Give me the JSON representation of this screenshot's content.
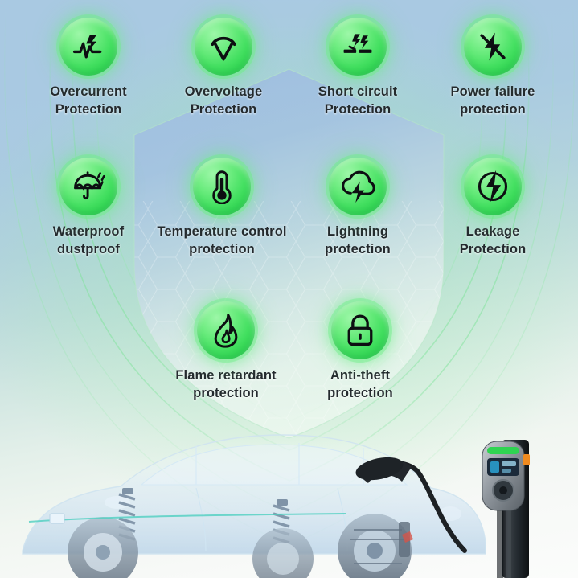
{
  "poster": {
    "theme": "ev-charger-protection-features",
    "background": {
      "top_color": "#a9c9e2",
      "bottom_color": "#fbfcfb",
      "glow_color": "#96ebaa"
    },
    "shield": {
      "name": "protection-shield",
      "fill_top_color": "#9dbce0",
      "fill_bottom_color": "#f2f7f4",
      "pattern": "honeycomb"
    },
    "badge": {
      "gradient_light": "#9df7a8",
      "gradient_dark": "#24c949",
      "glow": "#6eee87"
    }
  },
  "features": [
    {
      "icon": "overcurrent-icon",
      "label": "Overcurrent\nProtection",
      "row": 1,
      "col": 1
    },
    {
      "icon": "overvoltage-icon",
      "label": "Overvoltage\nProtection",
      "row": 1,
      "col": 2
    },
    {
      "icon": "short-circuit-icon",
      "label": "Short circuit\nProtection",
      "row": 1,
      "col": 3
    },
    {
      "icon": "power-failure-icon",
      "label": "Power failure\nprotection",
      "row": 1,
      "col": 4
    },
    {
      "icon": "waterproof-umbrella-icon",
      "label": "Waterproof\ndustproof",
      "row": 2,
      "col": 1
    },
    {
      "icon": "thermometer-icon",
      "label": "Temperature control\nprotection",
      "row": 2,
      "col": 2
    },
    {
      "icon": "lightning-cloud-icon",
      "label": "Lightning\nprotection",
      "row": 2,
      "col": 3
    },
    {
      "icon": "leakage-bolt-circle-icon",
      "label": "Leakage\nProtection",
      "row": 2,
      "col": 4
    },
    {
      "icon": "flame-icon",
      "label": "Flame retardant\nprotection",
      "row": 3,
      "col": 2
    },
    {
      "icon": "padlock-icon",
      "label": "Anti-theft\nprotection",
      "row": 3,
      "col": 3
    }
  ],
  "scene": {
    "car": {
      "name": "ev-car-xray",
      "description": "translucent x-ray electric car with exposed suspension"
    },
    "charger": {
      "name": "ev-charging-station",
      "body_color": "#2e3236",
      "panel_color": "#9aa0a6",
      "led_color": "#2fd451",
      "accent_color": "#f08a1e"
    },
    "cable": {
      "name": "charging-cable",
      "color": "#1d2124"
    }
  }
}
